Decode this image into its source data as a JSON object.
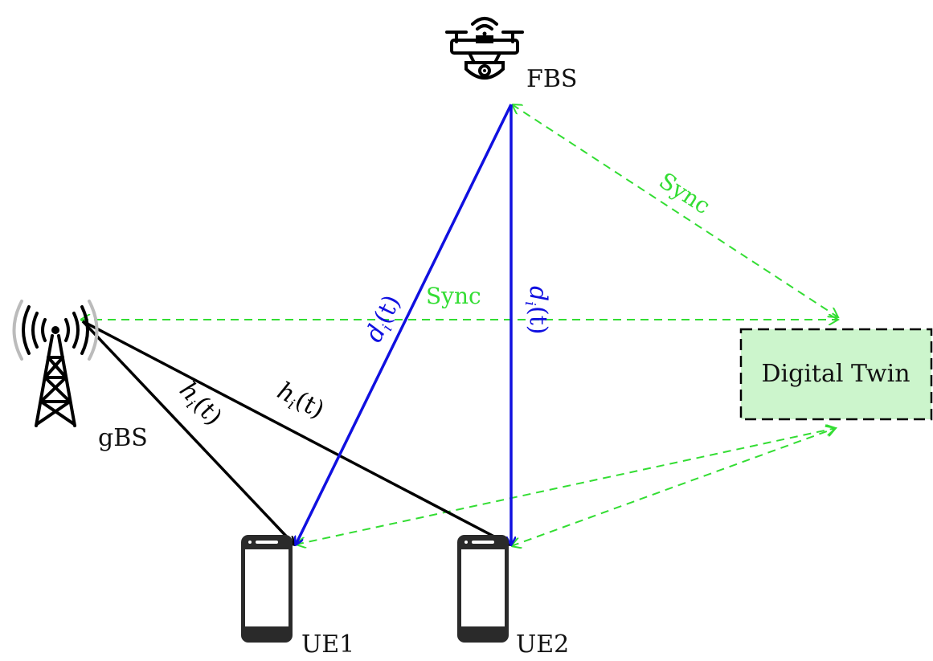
{
  "nodes": {
    "fbs": {
      "label": "FBS",
      "icon": "drone-icon"
    },
    "gbs": {
      "label": "gBS",
      "icon": "cell-tower-icon"
    },
    "ue1": {
      "label": "UE1",
      "icon": "smartphone-icon"
    },
    "ue2": {
      "label": "UE2",
      "icon": "smartphone-icon"
    },
    "twin": {
      "label": "Digital Twin"
    }
  },
  "links": {
    "gbs_ue1": {
      "symbol": "h",
      "sub": "i",
      "arg": "(t)"
    },
    "gbs_ue2": {
      "symbol": "h",
      "sub": "i",
      "arg": "(t)"
    },
    "fbs_ue1": {
      "symbol": "d",
      "sub": "i",
      "arg": "(t)"
    },
    "fbs_ue2": {
      "symbol": "d",
      "sub": "i",
      "arg": "(t)"
    }
  },
  "sync": {
    "fbs_twin": "Sync",
    "gbs_twin": "Sync"
  },
  "colors": {
    "channel": "#000000",
    "fbs_link": "#1010e0",
    "sync": "#33dd33",
    "twin_fill": "#ccf5cc",
    "twin_border": "#000000"
  }
}
